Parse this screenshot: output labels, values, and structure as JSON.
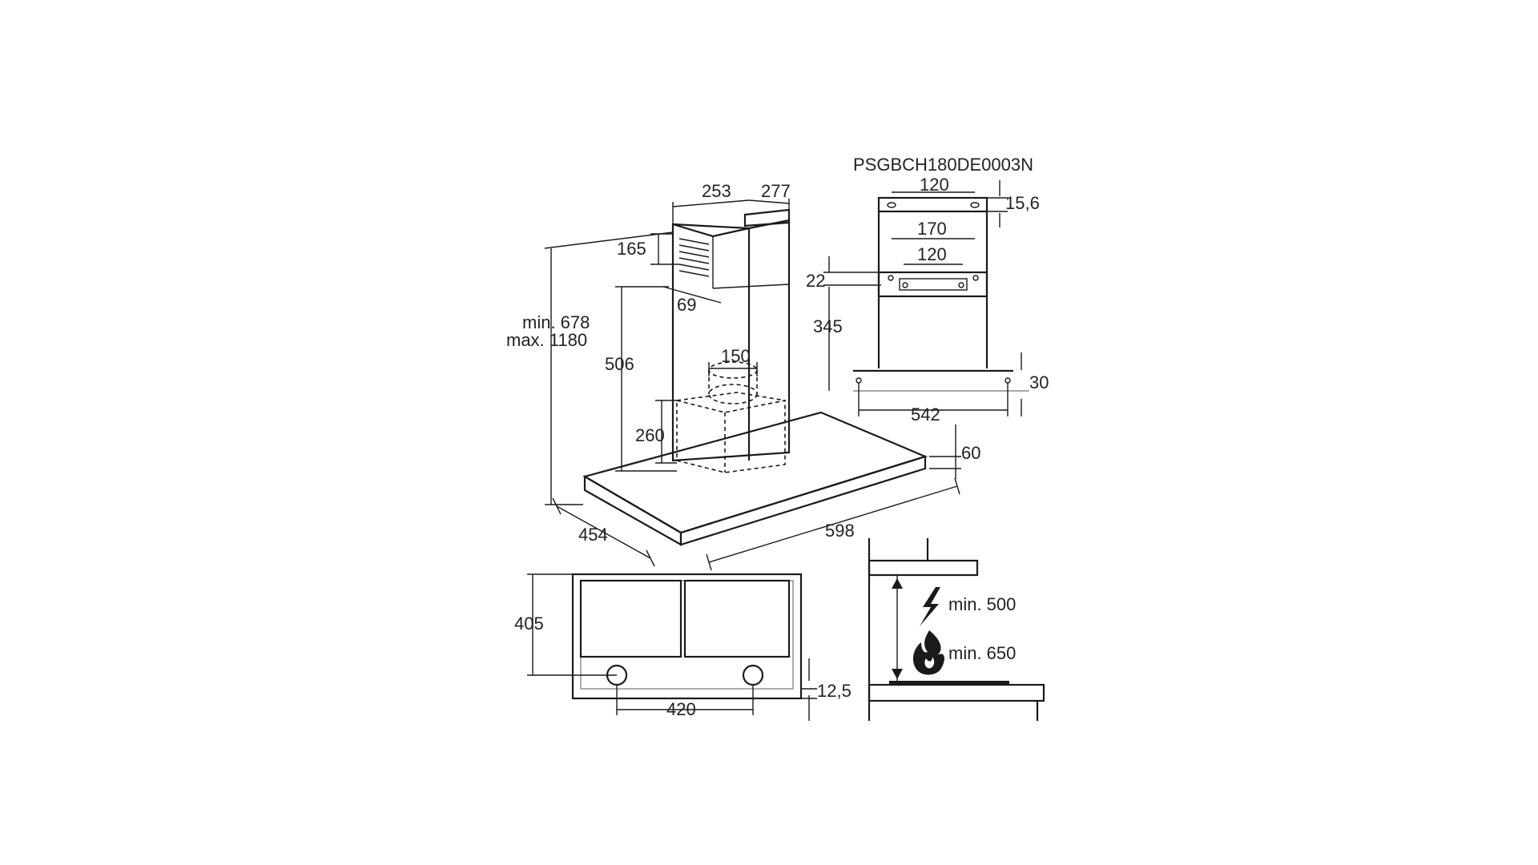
{
  "model_code": "PSGBCH180DE0003N",
  "hood": {
    "chimney_width": "253",
    "chimney_depth": "277",
    "vent_height": "165",
    "vent_offset": "69",
    "height_range_min": "min. 678",
    "height_range_max": "max. 1180",
    "inner_height": "506",
    "duct_diameter": "150",
    "motor_height": "260",
    "canopy_thickness": "60",
    "canopy_depth": "454",
    "canopy_width": "598"
  },
  "bracket": {
    "top_hole_spacing": "120",
    "top_offset": "15,6",
    "bracket_width": "170",
    "inner_hole_spacing": "120",
    "hole_offset": "22",
    "bracket_height": "345",
    "bottom_hole_offset": "30",
    "bottom_hole_spacing": "542"
  },
  "bottom_view": {
    "depth": "405",
    "light_spacing": "420",
    "edge_offset": "12,5"
  },
  "clearance": {
    "electric_min": "min. 500",
    "gas_min": "min. 650",
    "electric_icon": "lightning-icon",
    "gas_icon": "flame-icon"
  }
}
